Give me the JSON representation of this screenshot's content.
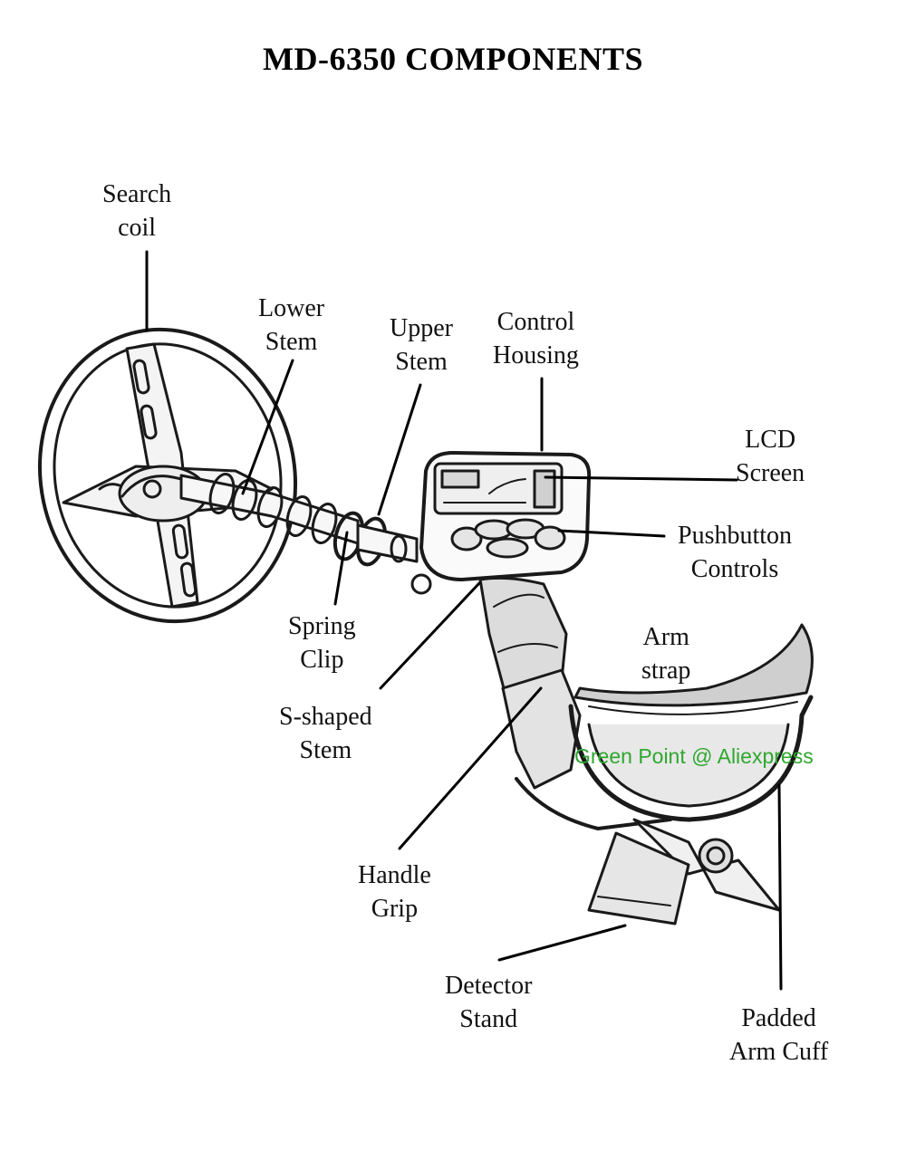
{
  "title": "MD-6350 COMPONENTS",
  "watermark": "Green Point @ Aliexpress",
  "labels": {
    "search_coil": [
      "Search",
      "coil"
    ],
    "lower_stem": [
      "Lower",
      "Stem"
    ],
    "upper_stem": [
      "Upper",
      "Stem"
    ],
    "control_housing": [
      "Control",
      "Housing"
    ],
    "lcd_screen": [
      "LCD",
      "Screen"
    ],
    "pushbutton_controls": [
      "Pushbutton",
      "Controls"
    ],
    "arm_strap": [
      "Arm",
      "strap"
    ],
    "spring_clip": [
      "Spring",
      "Clip"
    ],
    "s_shaped_stem": [
      "S-shaped",
      "Stem"
    ],
    "handle_grip": [
      "Handle",
      "Grip"
    ],
    "detector_stand": [
      "Detector",
      "Stand"
    ],
    "padded_arm_cuff": [
      "Padded",
      "Arm Cuff"
    ]
  }
}
